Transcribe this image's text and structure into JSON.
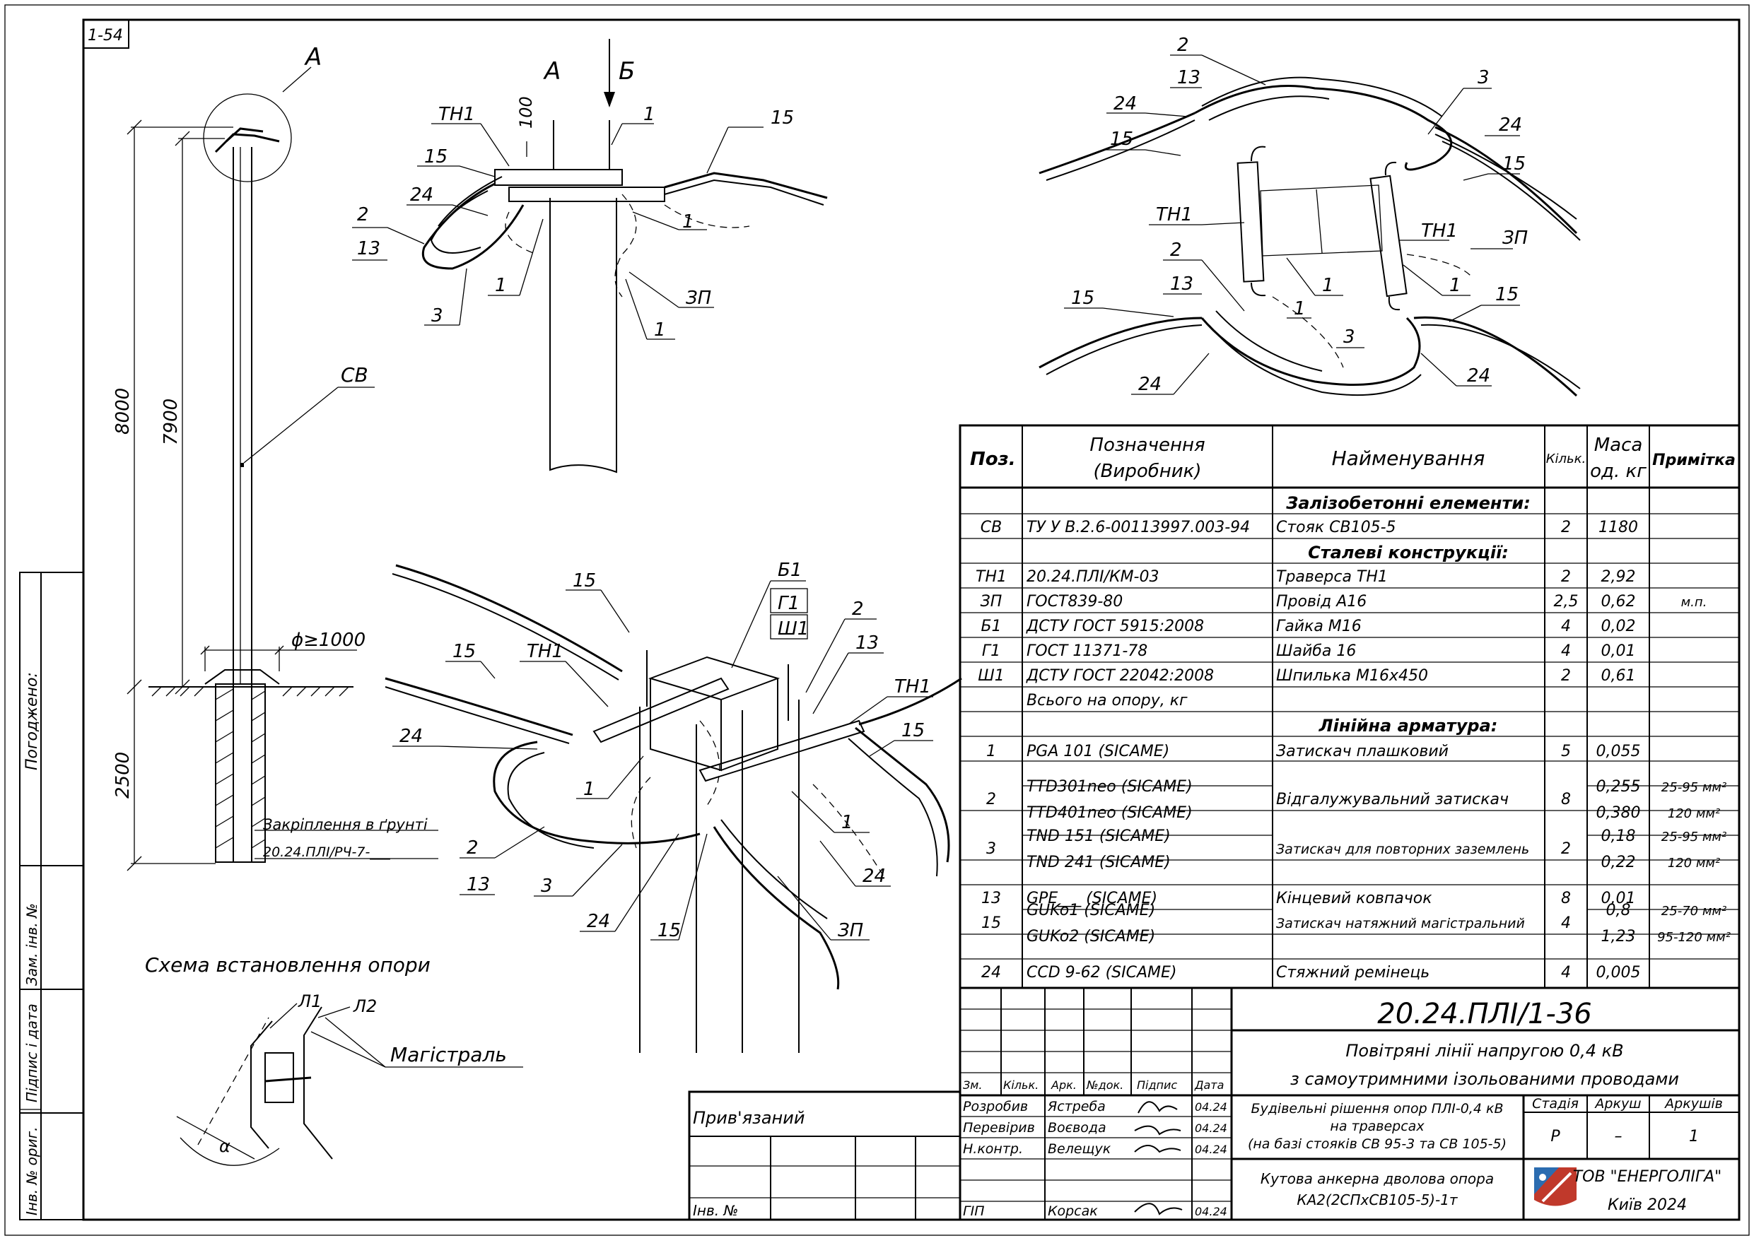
{
  "sheet_no": "1-54",
  "side_stamp": {
    "agreed": "Погоджено:",
    "zam_inv": "Зам. інв. №",
    "signature_date": "Підпис і дата",
    "inv_orig": "Інв. № ориг."
  },
  "pole_drawing": {
    "view_label": "А",
    "dim_total": "8000",
    "dim_above": "7900",
    "dim_ground": "2500",
    "pole_tag": "СВ",
    "diameter": "ϕ≥1000",
    "fix_note": "Закріплення в ґрунті",
    "fix_doc": "20.24.ПЛІ/РЧ-7-___",
    "scheme_title": "Схема встановлення опори",
    "line1": "Л1",
    "line2": "Л2",
    "trunk_label": "Магістраль",
    "angle_label": "α"
  },
  "view_a": {
    "title": "А",
    "arrow_label": "Б",
    "dim_100": "100",
    "callouts": [
      "ТН1",
      "15",
      "24",
      "2",
      "13",
      "3",
      "1",
      "1",
      "1",
      "1",
      "ЗП",
      "15"
    ]
  },
  "view_b": {
    "callouts": [
      "2",
      "13",
      "3",
      "24",
      "15",
      "24",
      "15",
      "ТН1",
      "ТН1",
      "ЗП",
      "1",
      "1",
      "1",
      "2",
      "13",
      "15",
      "3",
      "15",
      "24",
      "24"
    ]
  },
  "view_iso": {
    "callouts": [
      "15",
      "15",
      "ТН1",
      "24",
      "Б1",
      "Г1",
      "Ш1",
      "2",
      "13",
      "ТН1",
      "15",
      "1",
      "1",
      "2",
      "13",
      "3",
      "24",
      "15",
      "24",
      "ЗП"
    ]
  },
  "spec_table": {
    "headers": {
      "pos": "Поз.",
      "designation": "Позначення (Виробник)",
      "designation_l1": "Позначення",
      "designation_l2": "(Виробник)",
      "name": "Найменування",
      "qty": "Кільк.",
      "mass_l1": "Маса",
      "mass_l2": "од. кг",
      "note": "Примітка"
    },
    "sections": {
      "concrete": "Залізобетонні елементи:",
      "steel": "Сталеві конструкції:",
      "fittings": "Лінійна арматура:"
    },
    "rows": [
      {
        "pos": "СВ",
        "des": "ТУ У В.2.6-00113997.003-94",
        "name": "Стояк СВ105-5",
        "qty": "2",
        "mass": "1180",
        "note": ""
      },
      {
        "pos": "ТН1",
        "des": "20.24.ПЛІ/КМ-03",
        "name": "Траверса ТН1",
        "qty": "2",
        "mass": "2,92",
        "note": ""
      },
      {
        "pos": "ЗП",
        "des": "ГОСТ839-80",
        "name": "Провід А16",
        "qty": "2,5",
        "mass": "0,62",
        "note": "м.п."
      },
      {
        "pos": "Б1",
        "des": "ДСТУ ГОСТ 5915:2008",
        "name": "Гайка М16",
        "qty": "4",
        "mass": "0,02",
        "note": ""
      },
      {
        "pos": "Г1",
        "des": "ГОСТ 11371-78",
        "name": "Шайба 16",
        "qty": "4",
        "mass": "0,01",
        "note": ""
      },
      {
        "pos": "Ш1",
        "des": "ДСТУ ГОСТ 22042:2008",
        "name": "Шпилька М16х450",
        "qty": "2",
        "mass": "0,61",
        "note": ""
      },
      {
        "pos": "",
        "des": "Всього на опору, кг",
        "name": "",
        "qty": "",
        "mass": "",
        "note": ""
      },
      {
        "pos": "1",
        "des": "PGA 101  (SICAME)",
        "name": "Затискач плашковий",
        "qty": "5",
        "mass": "0,055",
        "note": ""
      },
      {
        "pos": "2",
        "des": "TTD301neo  (SICAME)",
        "des2": "TTD401neo  (SICAME)",
        "name": "Відгалужувальний затискач",
        "qty": "8",
        "mass": "0,255",
        "mass2": "0,380",
        "note": "25-95 мм²",
        "note2": "120 мм²"
      },
      {
        "pos": "3",
        "des": "TND 151  (SICAME)",
        "des2": "TND 241  (SICAME)",
        "name": "Затискач для повторних заземлень",
        "qty": "2",
        "mass": "0,18",
        "mass2": "0,22",
        "note": "25-95 мм²",
        "note2": "120 мм²"
      },
      {
        "pos": "13",
        "des": "GPE___  (SICAME)",
        "name": "Кінцевий ковпачок",
        "qty": "8",
        "mass": "0,01",
        "note": ""
      },
      {
        "pos": "15",
        "des": "GUKo1  (SICAME)",
        "des2": "GUKo2  (SICAME)",
        "name": "Затискач натяжний магістральний",
        "qty": "4",
        "mass": "0,8",
        "mass2": "1,23",
        "note": "25-70 мм²",
        "note2": "95-120 мм²"
      },
      {
        "pos": "24",
        "des": "CCD 9-62  (SICAME)",
        "name": "Стяжний ремінець",
        "qty": "4",
        "mass": "0,005",
        "note": ""
      }
    ]
  },
  "title_block": {
    "doc_code": "20.24.ПЛІ/1-36",
    "project_l1": "Повітряні лінії напругою 0,4 кВ",
    "project_l2": "з самоутримними ізольованими проводами",
    "section_l1": "Будівельні рішення опор ПЛІ-0,4 кВ",
    "section_l2": "на траверсах",
    "section_l3": "(на базі стояків СВ 95-3 та СВ 105-5)",
    "sheet_title_l1": "Кутова анкерна дволова опора",
    "sheet_title_l2": "КА2(2СПхСВ105-5)-1т",
    "stage_h": "Стадія",
    "sheet_h": "Аркуш",
    "sheets_h": "Аркушів",
    "stage": "Р",
    "sheet": "–",
    "sheets": "1",
    "company_l1": "ТОВ \"ЕНЕРГОЛІГА\"",
    "company_l2": "Київ 2024",
    "col_zm": "Зм.",
    "col_kilk": "Кільк.",
    "col_ark": "Арк.",
    "col_ndok": "№док.",
    "col_pidpys": "Підпис",
    "col_data": "Дата",
    "bound": "Прив'язаний",
    "inv_no": "Інв. №",
    "people": [
      {
        "role": "Розробив",
        "name": "Ястреба",
        "date": "04.24"
      },
      {
        "role": "Перевірив",
        "name": "Воєвода",
        "date": "04.24"
      },
      {
        "role": "Н.контр.",
        "name": "Велещук",
        "date": "04.24"
      },
      {
        "role": "ГІП",
        "name": "Корсак",
        "date": "04.24"
      }
    ]
  }
}
